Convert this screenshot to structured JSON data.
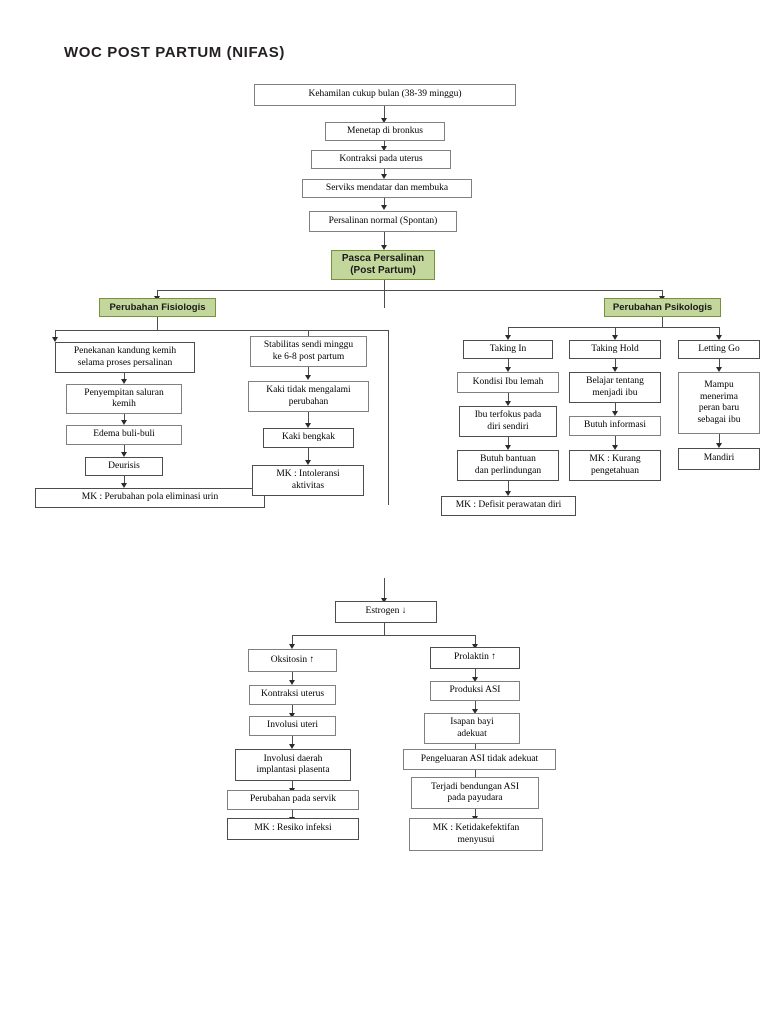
{
  "page": {
    "title": "WOC POST PARTUM (NIFAS)",
    "colors": {
      "green_fill": "#c3d69b",
      "green_border": "#76923c",
      "box_border": "#808080",
      "connector": "#4d4d4d",
      "text": "#000000"
    }
  },
  "top_chain": [
    {
      "id": "kehamilan",
      "label": "Kehamilan cukup bulan (38-39 minggu)"
    },
    {
      "id": "menetap",
      "label": "Menetap di bronkus"
    },
    {
      "id": "kontraksi",
      "label": "Kontraksi pada uterus"
    },
    {
      "id": "serviks",
      "label": "Serviks mendatar dan membuka"
    },
    {
      "id": "persalinan",
      "label": "Persalinan normal (Spontan)"
    }
  ],
  "hub": {
    "label": "Pasca Persalinan\n(Post Partum)"
  },
  "branches": {
    "fisiologis": {
      "label": "Perubahan Fisiologis"
    },
    "psikologis": {
      "label": "Perubahan Psikologis"
    }
  },
  "fisiologis_columns": [
    {
      "id": "eliminasi",
      "items": [
        "Penekanan kandung kemih\nselama proses persalinan",
        "Penyempitan saluran\nkemih",
        "Edema buli-buli",
        "Deurisis",
        "MK : Perubahan pola eliminasi urin"
      ]
    },
    {
      "id": "sendi",
      "items": [
        "Stabilitas sendi minggu\nke 6-8 post partum",
        "Kaki tidak mengalami\nperubahan",
        "Kaki bengkak",
        "MK : Intoleransi\naktivitas"
      ]
    }
  ],
  "psikologis_columns": [
    {
      "id": "taking-in",
      "header": "Taking In",
      "items": [
        "Kondisi Ibu lemah",
        "Ibu terfokus pada\ndiri sendiri",
        "Butuh bantuan\ndan perlindungan"
      ],
      "outcome": "MK : Defisit perawatan diri"
    },
    {
      "id": "taking-hold",
      "header": "Taking Hold",
      "items": [
        "Belajar tentang\nmenjadi ibu",
        "Butuh informasi",
        "MK : Kurang\npengetahuan"
      ]
    },
    {
      "id": "letting-go",
      "header": "Letting Go",
      "items": [
        "Mampu\nmenerima\nperan baru\nsebagai ibu",
        "Mandiri"
      ]
    }
  ],
  "hormonal": {
    "root": "Estrogen ↓",
    "left_chain": [
      "Oksitosin ↑",
      "Kontraksi uterus",
      "Involusi uteri",
      "Involusi daerah\nimplantasi plasenta",
      "Perubahan pada servik",
      "MK : Resiko infeksi"
    ],
    "right_chain": [
      "Prolaktin ↑",
      "Produksi ASI",
      "Isapan bayi\nadekuat",
      "Pengeluaran ASI tidak adekuat",
      "Terjadi bendungan ASI\npada payudara",
      "MK : Ketidakefektifan\nmenyusui"
    ]
  }
}
